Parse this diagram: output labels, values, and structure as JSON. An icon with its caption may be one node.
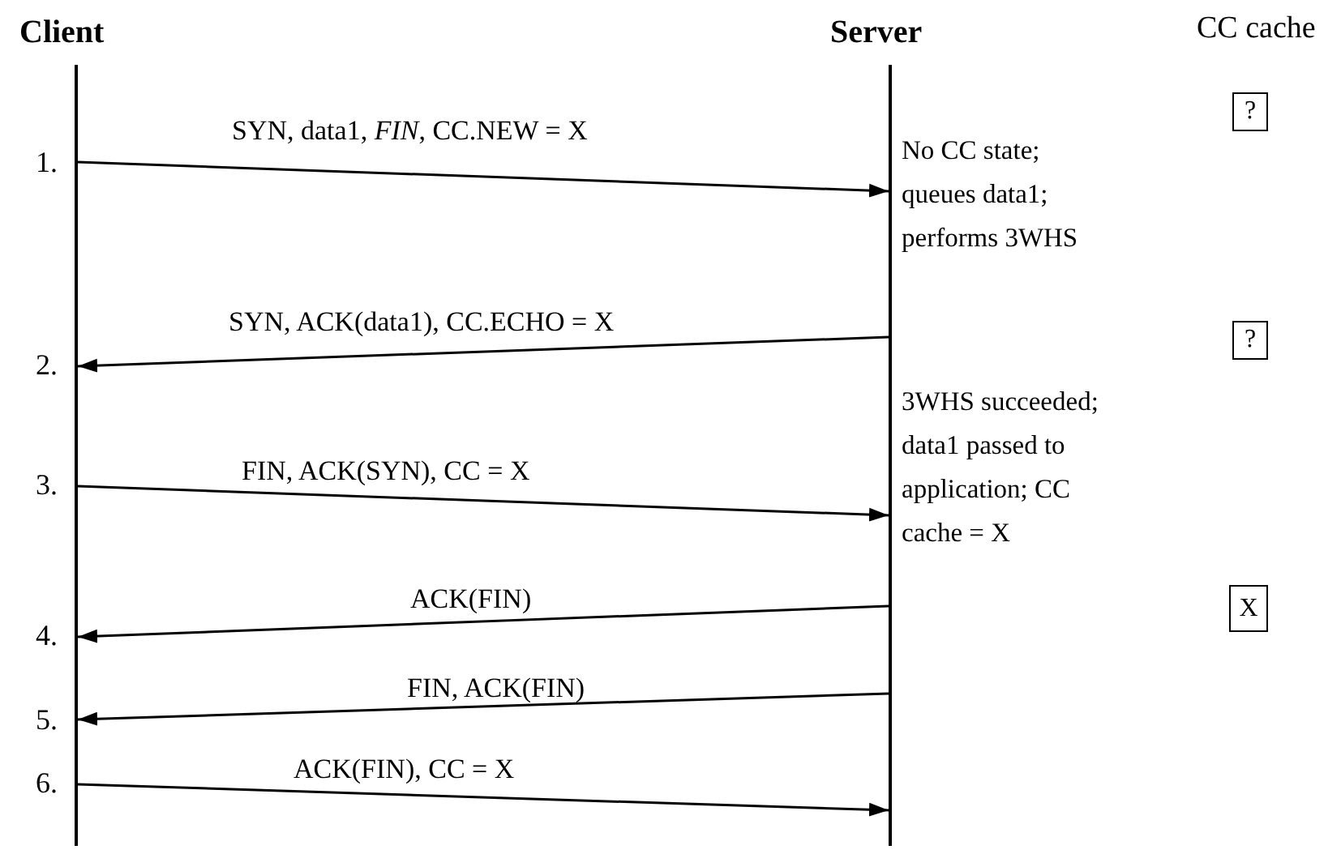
{
  "diagram": {
    "nodes": [
      {
        "text": [
          "Client"
        ]
      },
      {
        "text": [
          "Server"
        ]
      },
      {
        "text": [
          "?"
        ]
      },
      {
        "text": [
          "?"
        ]
      },
      {
        "text": [
          "X"
        ]
      }
    ],
    "edges": [
      {
        "from": 0,
        "to": 1,
        "arrow": "to",
        "label": "SYN, data1, *FIN*, CC.NEW = X"
      },
      {
        "from": 1,
        "to": 0,
        "arrow": "to",
        "label": "SYN, ACK(data1), CC.ECHO = X"
      },
      {
        "from": 0,
        "to": 1,
        "arrow": "to",
        "label": "FIN, ACK(SYN), CC = X"
      },
      {
        "from": 1,
        "to": 0,
        "arrow": "to",
        "label": "ACK(FIN)"
      },
      {
        "from": 1,
        "to": 0,
        "arrow": "to",
        "label": "FIN, ACK(FIN)"
      },
      {
        "from": 0,
        "to": 1,
        "arrow": "to",
        "label": "ACK(FIN), CC = X"
      }
    ],
    "labels": [
      "CC cache",
      "1.",
      "No CC state; queues data1; performs 3WHS",
      "2.",
      "3WHS succeeded; data1 passed to application; CC cache = X",
      "3.",
      "4.",
      "5.",
      "6."
    ]
  }
}
